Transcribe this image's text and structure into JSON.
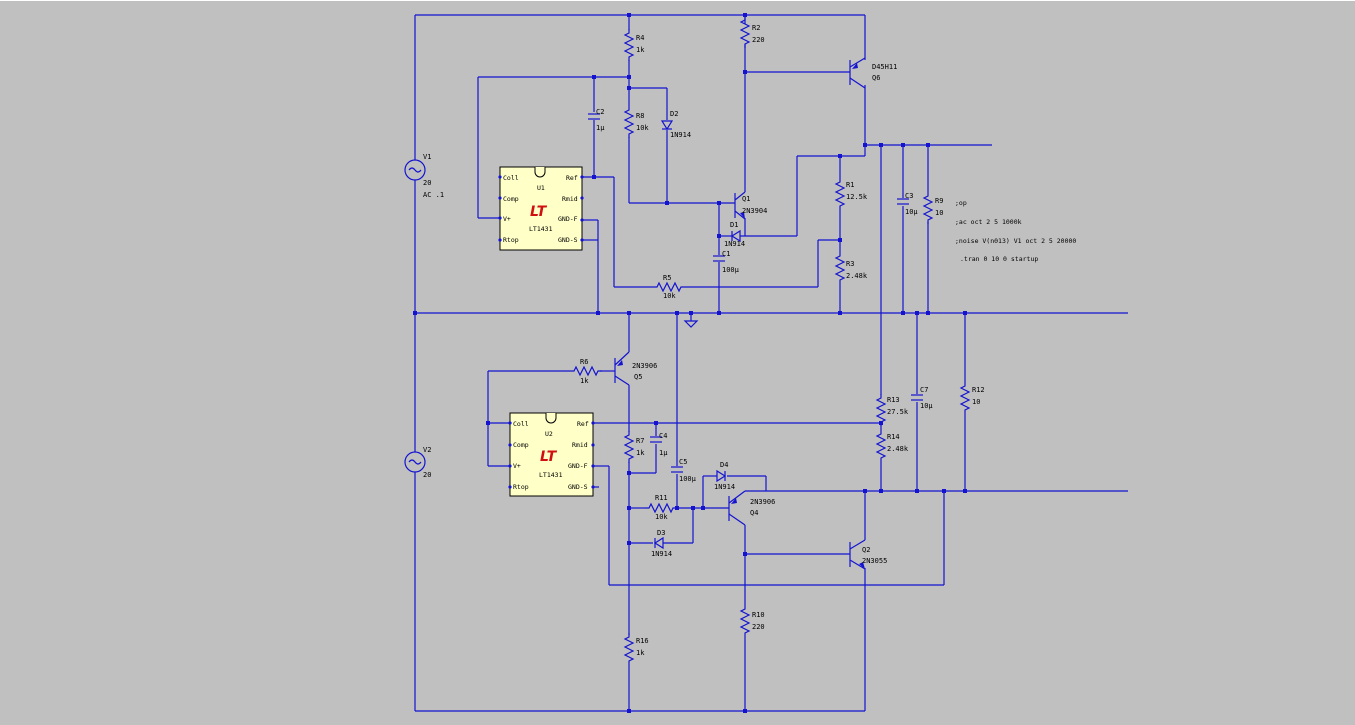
{
  "components": {
    "V1": {
      "name": "V1",
      "value": "20",
      "extra": "AC .1"
    },
    "V2": {
      "name": "V2",
      "value": "20"
    },
    "R4": {
      "name": "R4",
      "value": "1k"
    },
    "R2": {
      "name": "R2",
      "value": "220"
    },
    "R8": {
      "name": "R8",
      "value": "10k"
    },
    "D2": {
      "name": "D2",
      "value": "1N914"
    },
    "C2": {
      "name": "C2",
      "value": "1µ"
    },
    "Q1": {
      "name": "Q1",
      "value": "2N3904"
    },
    "Q6": {
      "name": "D45H11",
      "value": "Q6"
    },
    "D1": {
      "name": "D1",
      "value": "1N914"
    },
    "C1": {
      "name": "C1",
      "value": "100µ"
    },
    "R1": {
      "name": "R1",
      "value": "12.5k"
    },
    "R3": {
      "name": "R3",
      "value": "2.48k"
    },
    "R5": {
      "name": "R5",
      "value": "10k"
    },
    "C3": {
      "name": "C3",
      "value": "10µ"
    },
    "R9": {
      "name": "R9",
      "value": "10"
    },
    "R6": {
      "name": "R6",
      "value": "1k"
    },
    "Q5": {
      "name": "2N3906",
      "value": "Q5"
    },
    "R7": {
      "name": "R7",
      "value": "1k"
    },
    "C4": {
      "name": "C4",
      "value": "1µ"
    },
    "C5": {
      "name": "C5",
      "value": "100µ"
    },
    "D4": {
      "name": "D4",
      "value": "1N914"
    },
    "Q4": {
      "name": "2N3906",
      "value": "Q4"
    },
    "R11": {
      "name": "R11",
      "value": "10k"
    },
    "D3": {
      "name": "D3",
      "value": "1N914"
    },
    "R13": {
      "name": "R13",
      "value": "27.5k"
    },
    "R14": {
      "name": "R14",
      "value": "2.48k"
    },
    "C7": {
      "name": "C7",
      "value": "10µ"
    },
    "R12": {
      "name": "R12",
      "value": "10"
    },
    "Q2": {
      "name": "Q2",
      "value": "2N3055"
    },
    "R10": {
      "name": "R10",
      "value": "220"
    },
    "R16": {
      "name": "R16",
      "value": "1k"
    }
  },
  "ics": {
    "U1": {
      "name": "U1",
      "part": "LT1431",
      "pins": {
        "coll": "Coll",
        "comp": "Comp",
        "vplus": "V+",
        "rtop": "Rtop",
        "ref": "Ref",
        "rmid": "Rmid",
        "gndf": "GND-F",
        "gnds": "GND-S"
      }
    },
    "U2": {
      "name": "U2",
      "part": "LT1431",
      "pins": {
        "coll": "Coll",
        "comp": "Comp",
        "vplus": "V+",
        "rtop": "Rtop",
        "ref": "Ref",
        "rmid": "Rmid",
        "gndf": "GND-F",
        "gnds": "GND-S"
      }
    }
  },
  "logo_text": "LT",
  "directives": [
    ";op",
    ";ac oct 2 5 1000k",
    ";noise V(n013) V1 oct 2 5 20000",
    ".tran 0 10 0 startup"
  ],
  "colors": {
    "background": "#c0c0c0",
    "wire": "#1414d0",
    "chip_fill": "#ffffc8",
    "logo": "#d01010"
  }
}
